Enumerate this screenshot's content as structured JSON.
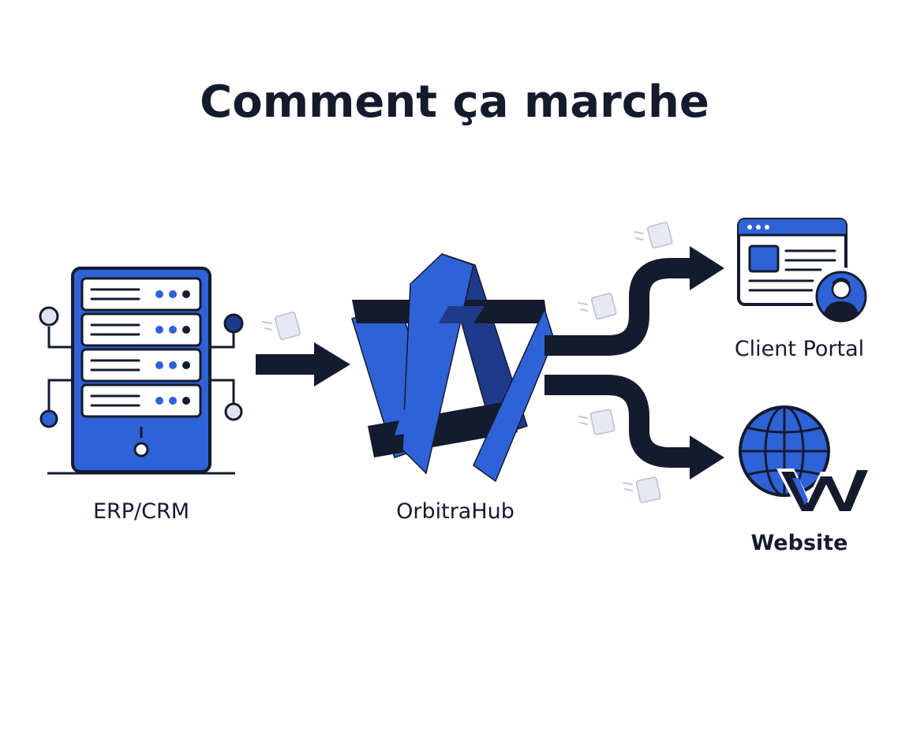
{
  "title": "Comment ça marche",
  "nodes": {
    "source": {
      "label": "ERP/CRM",
      "icon": "server-icon"
    },
    "hub": {
      "label": "OrbitraHub",
      "icon": "woven-hub-logo-icon"
    },
    "target_portal": {
      "label": "Client Portal",
      "icon": "browser-window-user-icon"
    },
    "target_website": {
      "label": "Website",
      "icon": "globe-w-icon"
    }
  },
  "edges": [
    {
      "from": "source",
      "to": "hub"
    },
    {
      "from": "hub",
      "to": "target_portal"
    },
    {
      "from": "hub",
      "to": "target_website"
    }
  ],
  "colors": {
    "navy": "#141b2e",
    "blue": "#2f62d6",
    "light": "#dfe3ef",
    "document": "#e6e8f2"
  }
}
